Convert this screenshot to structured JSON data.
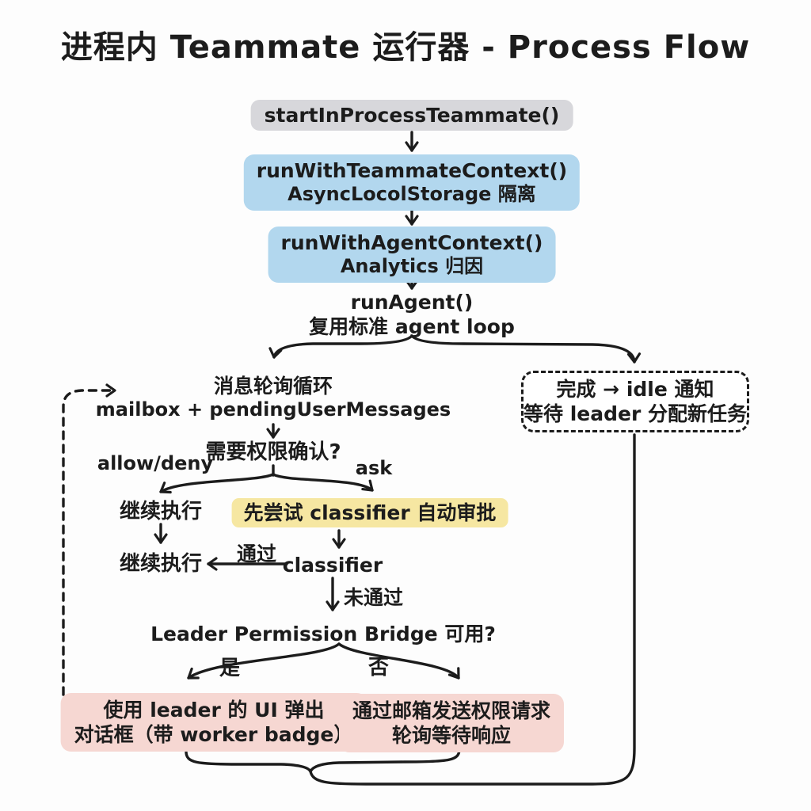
{
  "title": "进程内 Teammate 运行器 - Process Flow",
  "nodes": {
    "start": {
      "label": "startInProcessTeammate()"
    },
    "teammate_context": {
      "line1": "runWithTeammateContext()",
      "line2": "AsyncLocolStorage 隔离"
    },
    "agent_context": {
      "line1": "runWithAgentContext()",
      "line2": "Analytics 归因"
    },
    "run_agent": {
      "line1": "runAgent()",
      "line2": "复用标准 agent loop"
    },
    "idle": {
      "line1": "完成 → idle 通知",
      "line2": "等待 leader 分配新任务"
    },
    "poll_loop": {
      "line1": "消息轮询循环",
      "line2": "mailbox + pendingUserMessages"
    },
    "perm_question": {
      "label": "需要权限确认?"
    },
    "continue_first": {
      "label": "继续执行"
    },
    "classifier_try": {
      "label": "先尝试 classifier 自动审批"
    },
    "continue_second": {
      "label": "继续执行"
    },
    "classifier": {
      "label": "classifier"
    },
    "bridge_question": {
      "label": "Leader Permission Bridge 可用?"
    },
    "leader_ui": {
      "line1": "使用 leader 的 UI 弹出",
      "line2": "对话框（带 worker badge）"
    },
    "mail_request": {
      "line1": "通过邮箱发送权限请求",
      "line2": "轮询等待响应"
    }
  },
  "edge_labels": {
    "allow_deny": "allow/deny",
    "ask": "ask",
    "pass": "通过",
    "fail": "未通过",
    "yes": "是",
    "no": "否"
  },
  "colors": {
    "background": "#fdfdfd",
    "line": "#1c1c1c",
    "start_fill": "#d7d7db",
    "context_fill": "#b2d7ee",
    "classifier_fill": "#f6e7a2",
    "result_fill": "#f6d7d2"
  }
}
